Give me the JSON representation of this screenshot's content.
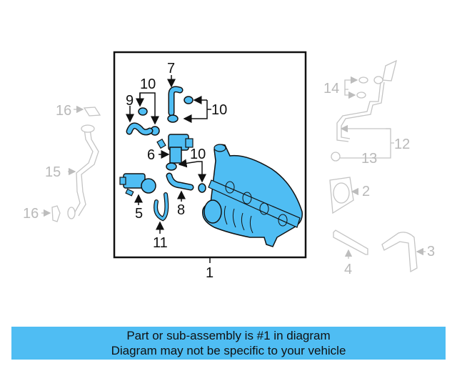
{
  "diagram": {
    "main_box_callout": "1",
    "callouts_in_box": [
      {
        "id": "c7",
        "label": "7"
      },
      {
        "id": "c10a",
        "label": "10"
      },
      {
        "id": "c9",
        "label": "9"
      },
      {
        "id": "c10b",
        "label": "10"
      },
      {
        "id": "c6",
        "label": "6"
      },
      {
        "id": "c10c",
        "label": "10"
      },
      {
        "id": "c5",
        "label": "5"
      },
      {
        "id": "c8",
        "label": "8"
      },
      {
        "id": "c11",
        "label": "11"
      }
    ],
    "callouts_outside": [
      {
        "id": "c14",
        "label": "14"
      },
      {
        "id": "c12",
        "label": "12"
      },
      {
        "id": "c13",
        "label": "13"
      },
      {
        "id": "c2",
        "label": "2"
      },
      {
        "id": "c3",
        "label": "3"
      },
      {
        "id": "c4",
        "label": "4"
      },
      {
        "id": "c16a",
        "label": "16"
      },
      {
        "id": "c15",
        "label": "15"
      },
      {
        "id": "c16b",
        "label": "16"
      }
    ],
    "colors": {
      "highlight_part": "#4fbdf3",
      "faded_part": "#c8c8c8",
      "outline": "#111111",
      "banner": "#4fbdf3"
    }
  },
  "banner": {
    "line1": "Part or sub-assembly is #1 in diagram",
    "line2": "Diagram may not be specific to your vehicle"
  }
}
